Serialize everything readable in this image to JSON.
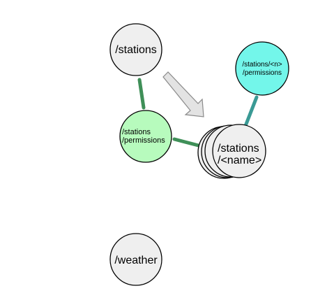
{
  "colors": {
    "link_green": "#3f8f58",
    "link_teal": "#3a9a95",
    "node_gray": "#efefef",
    "node_green": "#b7fbbd",
    "node_cyan": "#73f6ea",
    "arrow_fill": "#e3e3e3",
    "arrow_stroke": "#8a8a8a"
  },
  "nodes": {
    "stations": {
      "label": "/stations"
    },
    "stations_permissions": {
      "line1": "/stations",
      "line2": "/permissions"
    },
    "station_name": {
      "line1": "/stations",
      "line2": "/<name>"
    },
    "station_n_permissions": {
      "line1": "/stations/<n>",
      "line2": "/permissions"
    },
    "weather": {
      "label": "/weather"
    }
  }
}
